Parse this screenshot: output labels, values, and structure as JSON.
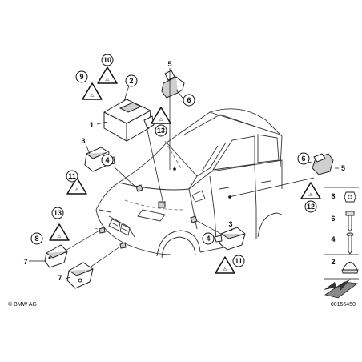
{
  "diagram": {
    "callouts": {
      "c1": "1",
      "c2": "2",
      "c3a": "3",
      "c3b": "3",
      "c4a": "4",
      "c4b": "4",
      "c5a": "5",
      "c5b": "5",
      "c6a": "6",
      "c6b": "6",
      "c7a": "7",
      "c7b": "7",
      "c8": "8",
      "c9": "9",
      "c10": "10",
      "c11a": "11",
      "c11b": "11",
      "c12": "12",
      "c13a": "13",
      "c13b": "13"
    },
    "legend": {
      "l8": "8",
      "l6": "6",
      "l4": "4",
      "l2": "2"
    },
    "copyright": "© BMW AG",
    "diagram_number": "00156450"
  }
}
